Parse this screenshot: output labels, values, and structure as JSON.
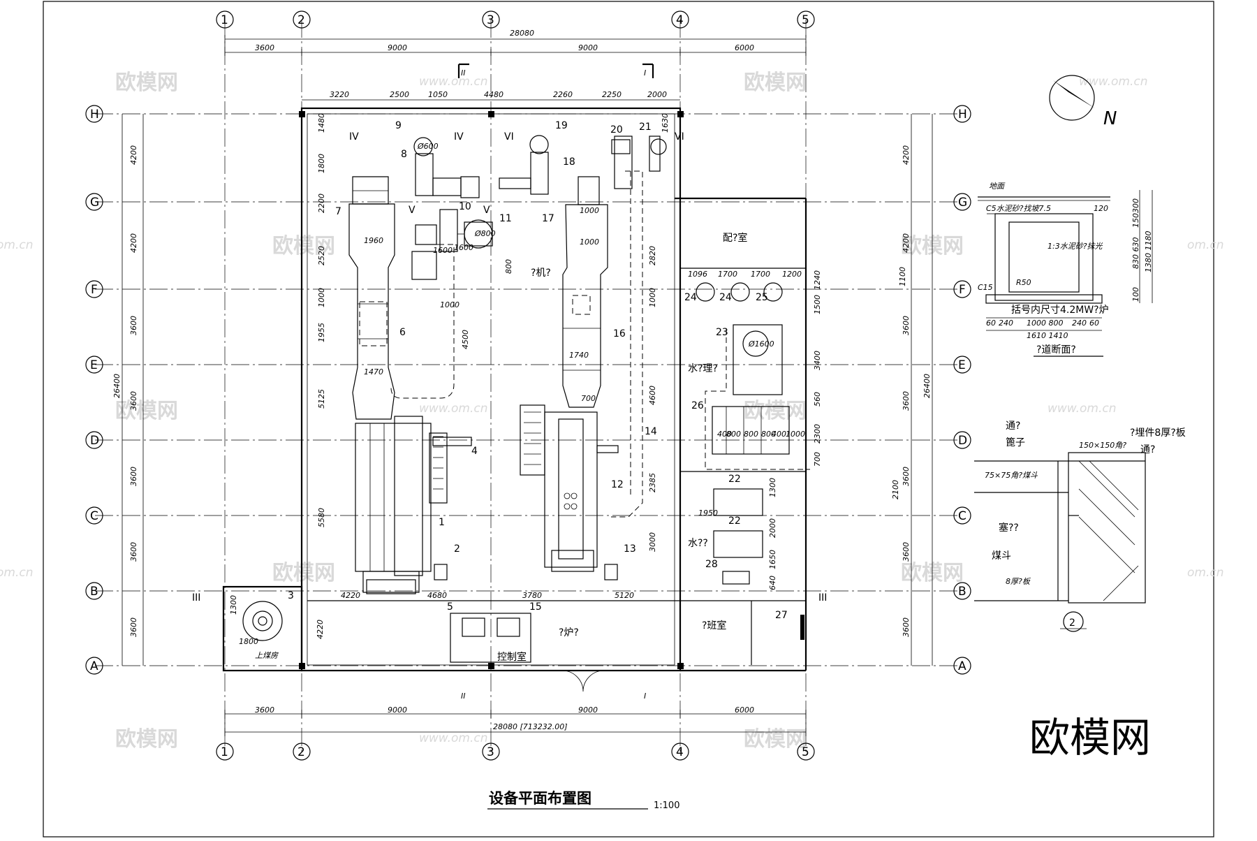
{
  "title": "设备平面布置图",
  "scale": "1:100",
  "brand": "欧模网",
  "watermark": {
    "logo": "欧模网",
    "url": "www.om.cn",
    "url_short": "om.cn"
  },
  "north": "N",
  "grid_columns": [
    "1",
    "2",
    "3",
    "4",
    "5"
  ],
  "grid_rows": [
    "H",
    "G",
    "F",
    "E",
    "D",
    "C",
    "B",
    "A"
  ],
  "dims_top": {
    "total": "28080",
    "spans": [
      "3600",
      "9000",
      "9000",
      "6000"
    ]
  },
  "dims_bottom": {
    "total": "28080 [713232.00]",
    "spans": [
      "3600",
      "9000",
      "9000",
      "6000"
    ]
  },
  "dims_inner_top": [
    "3220",
    "2500",
    "1050",
    "4480",
    "2260",
    "2250",
    "2000"
  ],
  "dims_left": {
    "total": "26400",
    "spans": [
      "4200",
      "4200",
      "3600",
      "3600",
      "3600",
      "3600",
      "3600"
    ]
  },
  "dims_right": {
    "total": "26400",
    "spans": [
      "4200",
      "4200",
      "3600",
      "3600",
      "3600",
      "3600",
      "3600"
    ]
  },
  "section_marks": [
    "II",
    "I",
    "IV",
    "IV",
    "VI",
    "VI",
    "V",
    "V",
    "III",
    "III",
    "II",
    "I"
  ],
  "rooms": {
    "distribution": "配?室",
    "fan": "?机?",
    "water_treatment": "水?理?",
    "pump": "水??",
    "boiler": "?炉?",
    "control": "控制室",
    "duty": "?班室",
    "coal": "上煤房"
  },
  "equipment_numbers": [
    "1",
    "2",
    "3",
    "4",
    "5",
    "6",
    "7",
    "8",
    "9",
    "10",
    "11",
    "12",
    "13",
    "14",
    "15",
    "16",
    "17",
    "18",
    "19",
    "20",
    "21",
    "22",
    "22",
    "23",
    "24",
    "24",
    "25",
    "26",
    "27",
    "28"
  ],
  "interior_dims": [
    "1480",
    "1800",
    "2200",
    "2520",
    "1000",
    "1955",
    "5125",
    "5580",
    "1960",
    "1470",
    "1000",
    "4500",
    "1600",
    "800",
    "1000",
    "1000",
    "1740",
    "700",
    "1000",
    "2820",
    "4600",
    "2385",
    "3000",
    "4220",
    "4680",
    "3780",
    "5120",
    "1096",
    "1700",
    "1700",
    "1200",
    "1240",
    "1500",
    "3400",
    "560",
    "2300",
    "700",
    "1300",
    "2000",
    "1650",
    "640",
    "1950",
    "400",
    "800",
    "800",
    "800",
    "400",
    "1000",
    "1800",
    "1300",
    "4220",
    "1600",
    "Ø1600",
    "1630",
    "Ø600",
    "Ø800",
    "2100",
    "1100"
  ],
  "section_duct": {
    "caption": "?道断面?",
    "ground": "地面",
    "mortar_top": "C5水泥砂?找坡7.5",
    "lining": "1:3水泥砂?抹光",
    "radius": "R50",
    "concrete": "C15",
    "note": "括号内尺寸4.2MW?炉",
    "widths": [
      "60",
      "240",
      "1000 800",
      "240",
      "60"
    ],
    "total_width": "1610 1410",
    "heights": [
      "300",
      "150",
      "830 630",
      "100"
    ],
    "total_height": "1380 1180",
    "small": "120"
  },
  "detail2": {
    "number": "2",
    "labels": [
      "通?",
      "篦子",
      "150×150角?",
      "?埋件8厚?板",
      "通?",
      "75×75角?煤斗",
      "塞??",
      "煤斗",
      "8厚?板"
    ]
  }
}
